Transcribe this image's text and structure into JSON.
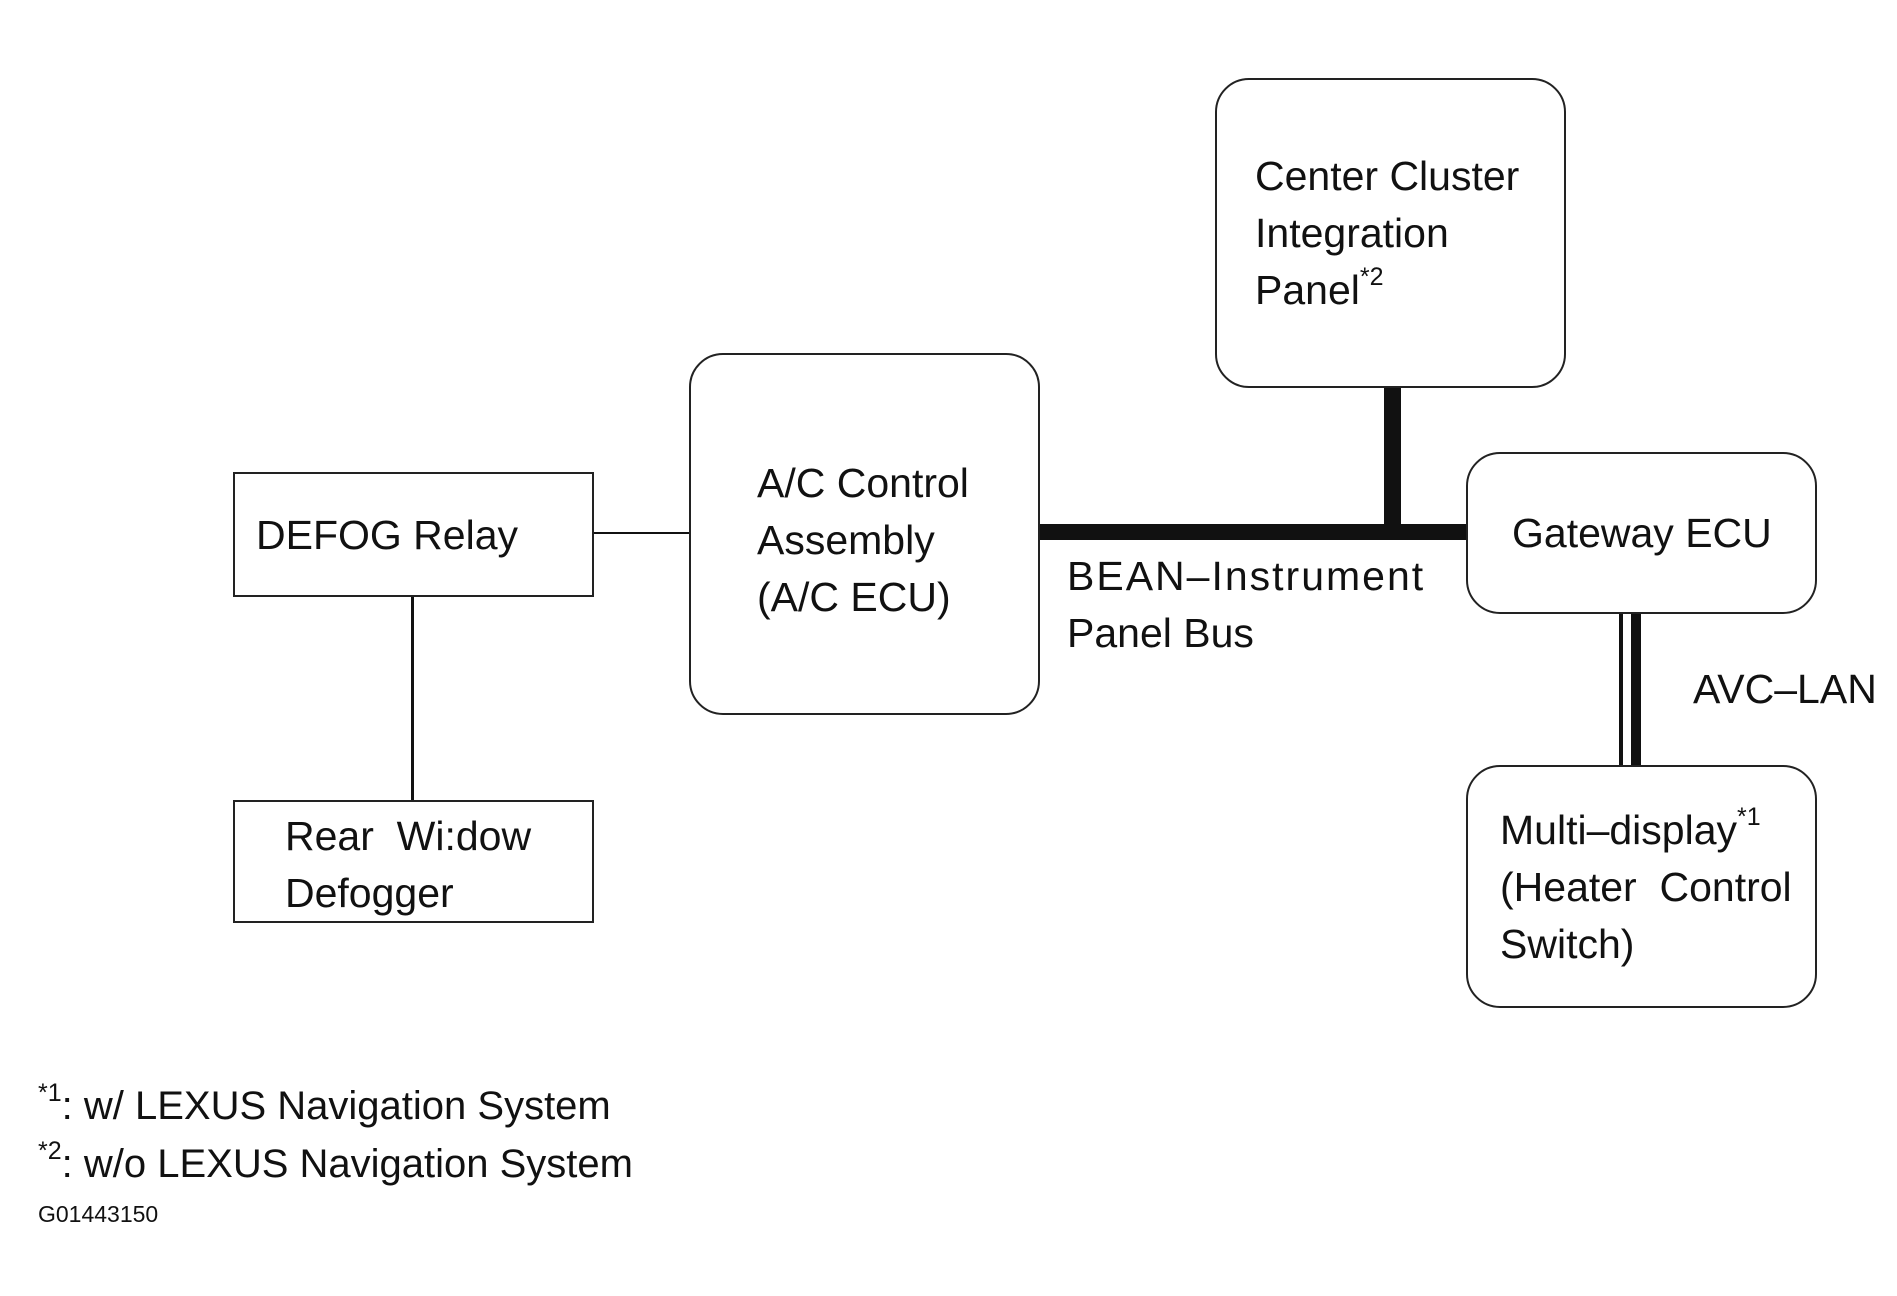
{
  "diagram": {
    "boxes": {
      "defog_relay": {
        "lines": [
          "DEFOG Relay"
        ]
      },
      "rear_window_defogger": {
        "lines": [
          "Rear  Wi:dow",
          "Defogger"
        ]
      },
      "ac_control_assembly": {
        "lines": [
          "A/C Control",
          "Assembly",
          "(A/C ECU)"
        ]
      },
      "center_cluster_integration_panel": {
        "lines": [
          "Center Cluster",
          "Integration",
          "Panel"
        ],
        "marker": "*2"
      },
      "gateway_ecu": {
        "lines": [
          "Gateway ECU"
        ]
      },
      "multi_display": {
        "lines": [
          "Multi–display",
          "(Heater  Control",
          "Switch)"
        ],
        "marker": "*1"
      }
    },
    "bus_labels": {
      "bean": {
        "lines": [
          "BEAN–Instrument",
          "Panel Bus"
        ]
      },
      "avc_lan": "AVC–LAN"
    }
  },
  "footnotes": [
    {
      "marker": "*1",
      "text": ": w/ LEXUS Navigation System"
    },
    {
      "marker": "*2",
      "text": ": w/o LEXUS Navigation System"
    }
  ],
  "diagram_code": "G01443150"
}
